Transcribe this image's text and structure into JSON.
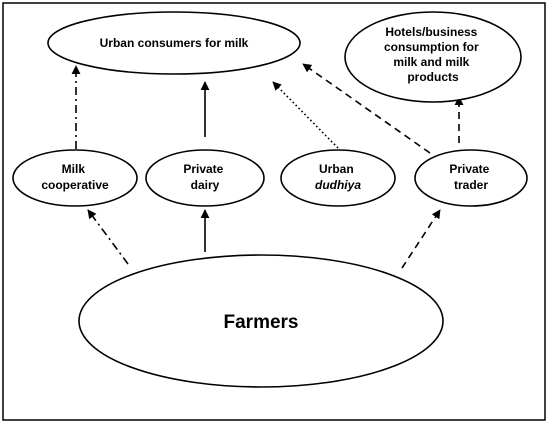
{
  "nodes": {
    "urban_consumers": {
      "lines": [
        "Urban consumers for milk"
      ]
    },
    "hotels": {
      "lines": [
        "Hotels/business",
        "consumption for",
        "milk and milk",
        "products"
      ]
    },
    "milk_cooperative": {
      "lines": [
        "Milk",
        "cooperative"
      ]
    },
    "private_dairy": {
      "lines": [
        "Private",
        "dairy"
      ]
    },
    "urban_dudhiya": {
      "lines": [
        "Urban",
        "dudhiya"
      ]
    },
    "private_trader": {
      "lines": [
        "Private",
        "trader"
      ]
    },
    "farmers": {
      "lines": [
        "Farmers"
      ]
    }
  },
  "edges": [
    {
      "from": "farmers",
      "to": "milk_cooperative",
      "style": "dash-dot"
    },
    {
      "from": "milk_cooperative",
      "to": "urban_consumers",
      "style": "dash-dot"
    },
    {
      "from": "farmers",
      "to": "private_dairy",
      "style": "solid"
    },
    {
      "from": "private_dairy",
      "to": "urban_consumers",
      "style": "solid"
    },
    {
      "from": "urban_dudhiya",
      "to": "urban_consumers",
      "style": "dotted"
    },
    {
      "from": "farmers",
      "to": "private_trader",
      "style": "dashed"
    },
    {
      "from": "private_trader",
      "to": "urban_consumers",
      "style": "dashed"
    },
    {
      "from": "private_trader",
      "to": "hotels",
      "style": "dashed"
    }
  ]
}
